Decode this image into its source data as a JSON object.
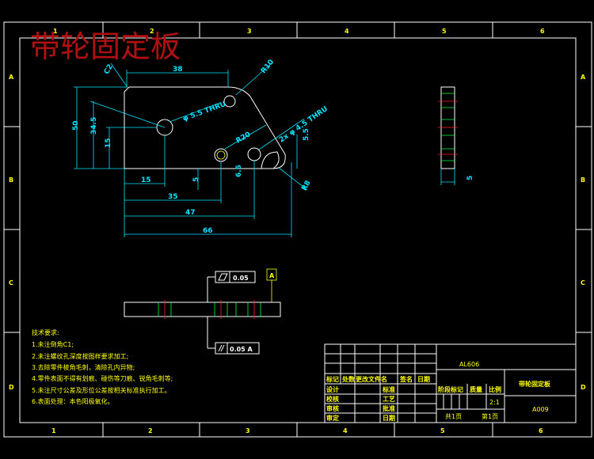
{
  "title": "带轮固定板",
  "border": {
    "cols_top": [
      "1",
      "2",
      "3",
      "4",
      "5",
      "6"
    ],
    "cols_bottom": [
      "1",
      "2",
      "3",
      "4",
      "5",
      "6"
    ],
    "rows": [
      "A",
      "B",
      "C",
      "D"
    ]
  },
  "front_view": {
    "dims": {
      "d38": "38",
      "c2": "C2",
      "r10": "R10",
      "hole_big": "φ 5.5 THRU",
      "hole_small": "2x φ 4.5 THRU",
      "r20": "R20",
      "d50": "50",
      "d34_5": "34.5",
      "d15v": "15",
      "d15": "15",
      "d35": "35",
      "d47": "47",
      "d66": "66",
      "d5": "5",
      "d5_5": "5.5",
      "d6_5": "6.5",
      "r8": "R8"
    }
  },
  "side_view": {
    "dim": "5"
  },
  "bottom_view": {
    "flatness": "0.05",
    "parallel": "0.05 A",
    "datum": "A"
  },
  "notes": {
    "heading": "技术要求:",
    "items": [
      "1.未注倒角C1;",
      "2.未注螺纹孔深度按图样要求加工;",
      "3.去除零件棱角毛刺，清除孔内异物;",
      "4.零件表面不得有划痕、碰伤等刀痕、锐角毛刺等;",
      "5.未注尺寸公差及形位公差按相关标准执行加工。",
      "6.表面处理：本色阳极氧化。"
    ]
  },
  "title_block": {
    "material": "AL606",
    "part_name": "带轮固定板",
    "drawing_no": "A009",
    "scale": "2:1",
    "sheet_total": "共1页",
    "sheet_no": "第1页",
    "row_labels": [
      "标记",
      "处数",
      "更改文件名",
      "签名",
      "日期"
    ],
    "left_labels": [
      "设计",
      "校核",
      "审核",
      "审定"
    ],
    "mid_labels": [
      "标准",
      "工艺",
      "批准",
      "日期"
    ],
    "header": [
      "阶段标记",
      "质量",
      "比例"
    ]
  }
}
